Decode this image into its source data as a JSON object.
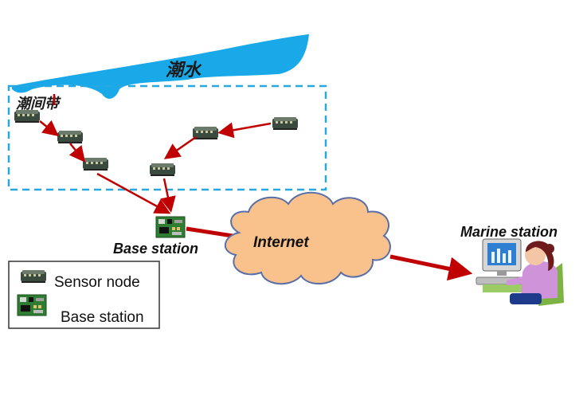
{
  "diagram": {
    "tide_label": "潮水",
    "intertidal_label": "潮间带",
    "base_station_label": "Base station",
    "internet_label": "Internet",
    "marine_station_label": "Marine station"
  },
  "legend": {
    "sensor_node_label": "Sensor node",
    "base_station_label": "Base station"
  },
  "colors": {
    "water": "#19a9e8",
    "zone_border": "#27a8de",
    "arrow": "#c00000",
    "cloud_fill": "#f9c18b",
    "cloud_stroke": "#5a6fa8",
    "sensor_body": "#3b4a3f",
    "board_green": "#2e7d32"
  }
}
